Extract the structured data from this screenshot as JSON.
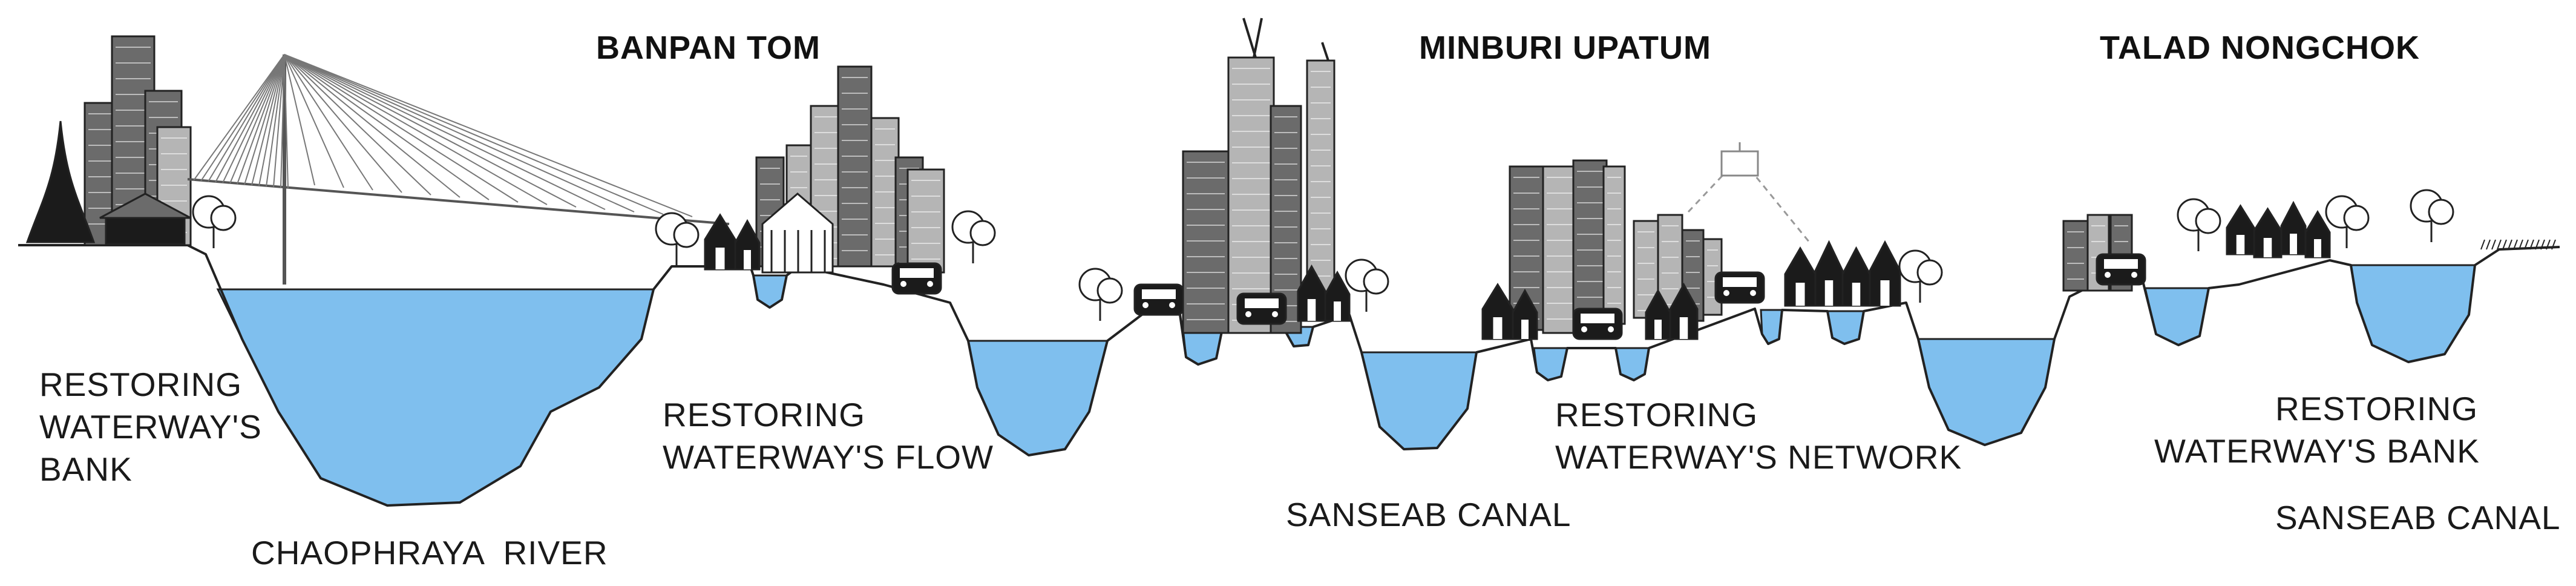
{
  "headings": {
    "banpan_tom": "BANPAN TOM",
    "minburi_upatum": "MINBURI UPATUM",
    "talad_nongchok": "TALAD NONGCHOK"
  },
  "labels": {
    "restoring_bank_left": [
      "RESTORING",
      "WATERWAY'S",
      "BANK"
    ],
    "chaophraya_river": "CHAOPHRAYA  RIVER",
    "restoring_flow": [
      "RESTORING",
      "WATERWAY'S FLOW"
    ],
    "sanseab_canal_center": "SANSEAB CANAL",
    "restoring_network": [
      "RESTORING",
      "WATERWAY'S NETWORK"
    ],
    "restoring_bank_right": [
      "RESTORING",
      "WATERWAY'S BANK"
    ],
    "sanseab_canal_right": "SANSEAB CANAL"
  },
  "colors": {
    "water": "#7fbfee",
    "outline": "#222222",
    "building_dark": "#1b1b1b",
    "building_mid": "#6b6b6b",
    "building_light": "#b5b5b5"
  },
  "icons": [
    "skyline-icon",
    "bridge-icon",
    "temple-icon",
    "house-icon",
    "car-icon",
    "tree-icon",
    "cable-car-icon"
  ]
}
